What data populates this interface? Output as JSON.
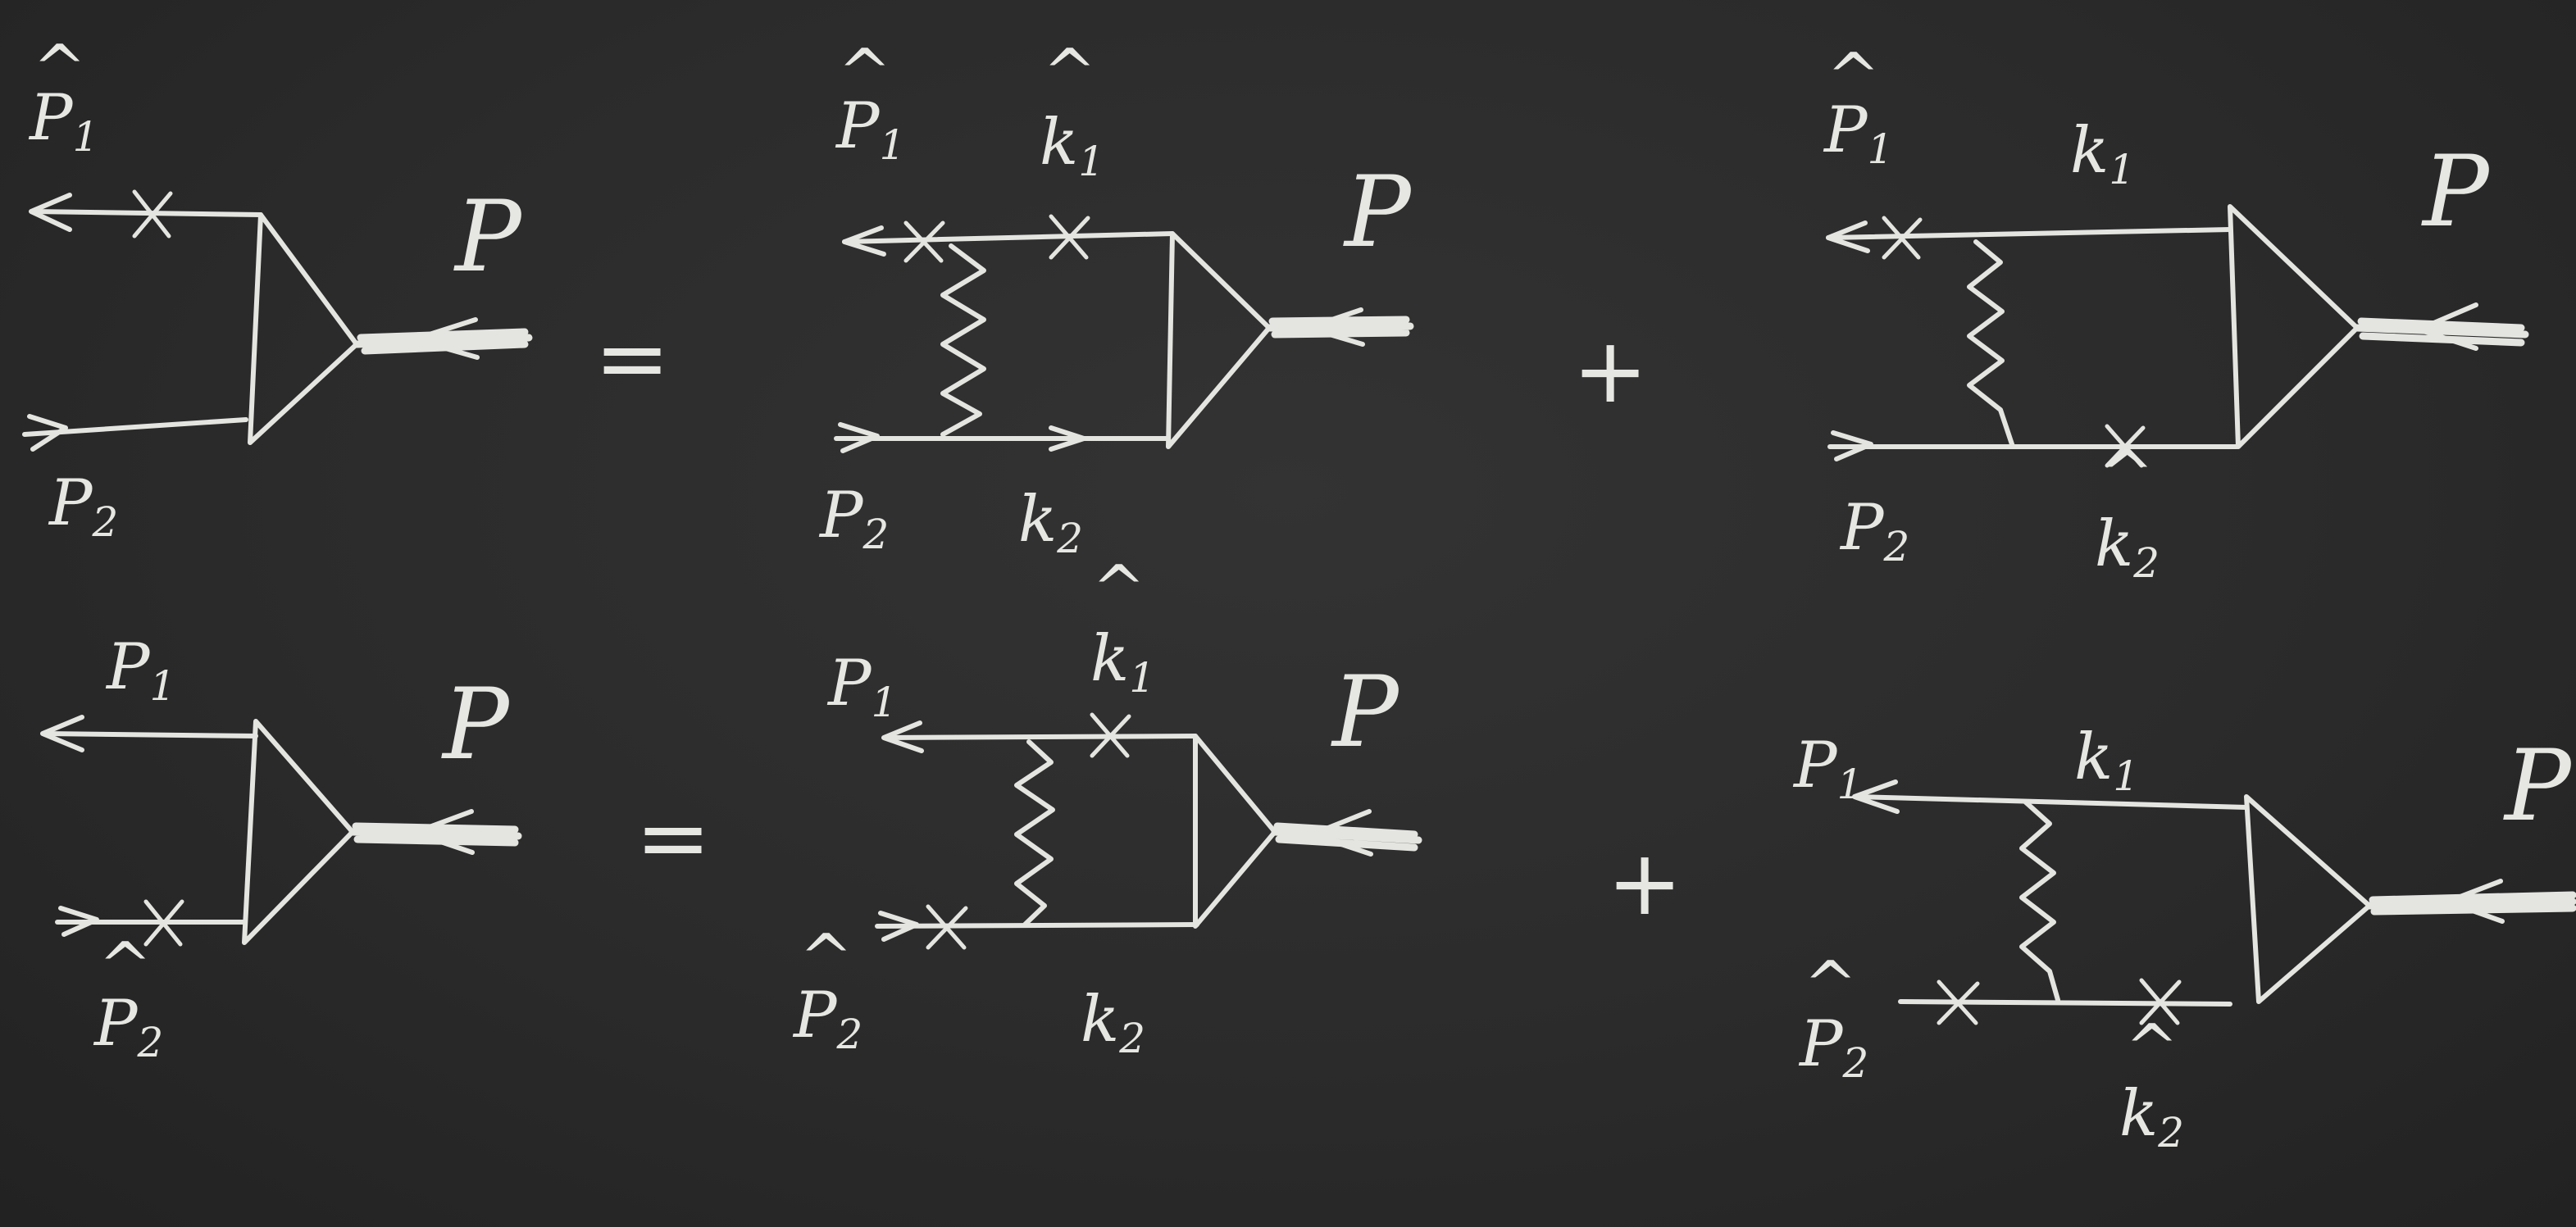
{
  "equations": [
    {
      "lhs": {
        "out_label": {
          "base": "P",
          "sub": "1",
          "hat": true
        },
        "in_label": {
          "base": "P",
          "sub": "2",
          "hat": false
        },
        "vertex_label": "P"
      },
      "equals": "=",
      "term1": {
        "out_label": {
          "base": "P",
          "sub": "1",
          "hat": true
        },
        "in_label": {
          "base": "P",
          "sub": "2",
          "hat": false
        },
        "top_label": {
          "base": "k",
          "sub": "1",
          "hat": true
        },
        "bottom_label": {
          "base": "k",
          "sub": "2",
          "hat": false
        },
        "vertex_label": "P"
      },
      "plus": "+",
      "term2": {
        "out_label": {
          "base": "P",
          "sub": "1",
          "hat": true
        },
        "in_label": {
          "base": "P",
          "sub": "2",
          "hat": false
        },
        "top_label": {
          "base": "k",
          "sub": "1",
          "hat": false
        },
        "bottom_label": {
          "base": "k",
          "sub": "2",
          "hat": true
        },
        "vertex_label": "P"
      }
    },
    {
      "lhs": {
        "out_label": {
          "base": "P",
          "sub": "1",
          "hat": false
        },
        "in_label": {
          "base": "P",
          "sub": "2",
          "hat": true
        },
        "vertex_label": "P"
      },
      "equals": "=",
      "term1": {
        "out_label": {
          "base": "P",
          "sub": "1",
          "hat": false
        },
        "in_label": {
          "base": "P",
          "sub": "2",
          "hat": true
        },
        "top_label": {
          "base": "k",
          "sub": "1",
          "hat": true
        },
        "bottom_label": {
          "base": "k",
          "sub": "2",
          "hat": false
        },
        "vertex_label": "P"
      },
      "plus": "+",
      "term2": {
        "out_label": {
          "base": "P",
          "sub": "1",
          "hat": false
        },
        "in_label": {
          "base": "P",
          "sub": "2",
          "hat": true
        },
        "top_label": {
          "base": "k",
          "sub": "1",
          "hat": false
        },
        "bottom_label": {
          "base": "k",
          "sub": "2",
          "hat": true
        },
        "vertex_label": "P"
      }
    }
  ],
  "colors": {
    "board": "#2b2b2b",
    "chalk": "#e4e4e0"
  }
}
